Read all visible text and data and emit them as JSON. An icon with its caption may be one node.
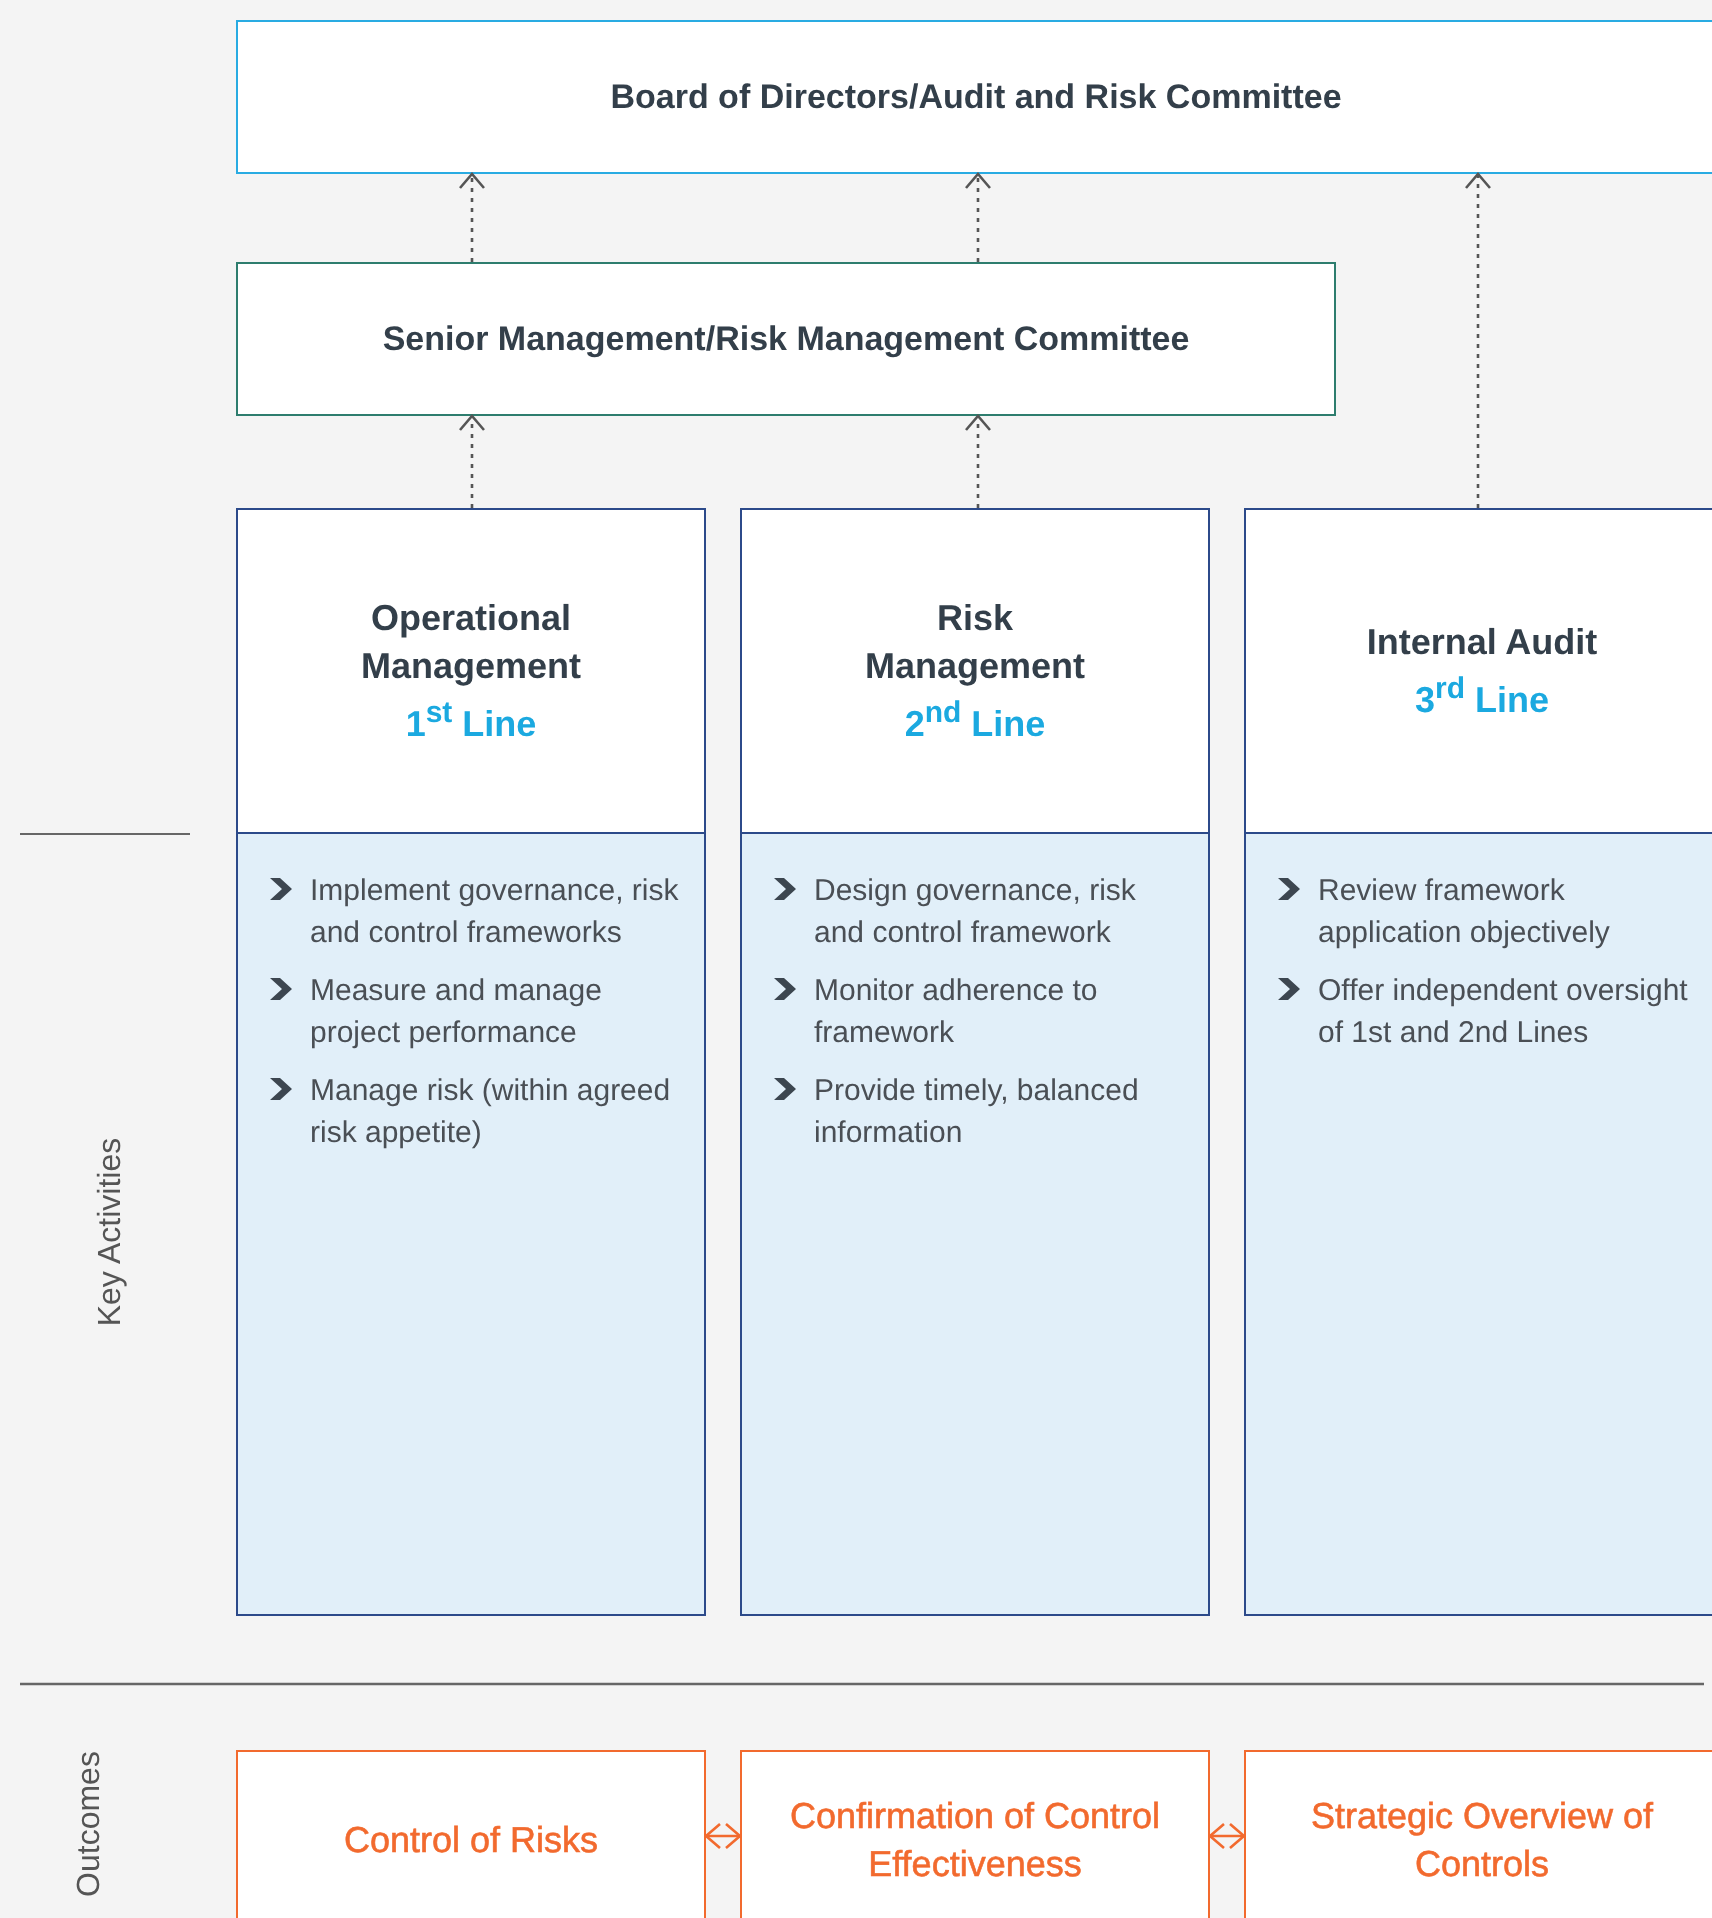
{
  "diagram": {
    "nodes": [
      {
        "text": [
          "Board of Directors/Audit and Risk Committee"
        ]
      },
      {
        "text": [
          "Senior Management/Risk Management Committee"
        ]
      },
      {
        "text": [
          "Operational Management",
          "1$^{st}$ Line",
          "Implement governance, risk and control frameworks",
          "Measure and manage project performance",
          "Manage risk (within agreed risk appetite)"
        ]
      },
      {
        "text": [
          "Risk Management",
          "2$^{nd}$ Line",
          "Design governance, risk and control framework",
          "Monitor adherence to framework",
          "Provide timely, balanced information"
        ]
      },
      {
        "text": [
          "Internal Audit",
          "3$^{rd}$ Line",
          "Review framework application objectively",
          "Offer independent oversight of 1st and 2nd Lines"
        ]
      },
      {
        "text": [
          "Control of Risks"
        ]
      },
      {
        "text": [
          "Confirmation of Control Effectiveness"
        ]
      },
      {
        "text": [
          "Strategic Overview of Controls"
        ]
      }
    ],
    "edges": [
      {
        "from": 1,
        "to": 0,
        "arrow": "to",
        "style": "dashed"
      },
      {
        "from": 1,
        "to": 0,
        "arrow": "to",
        "style": "dashed"
      },
      {
        "from": 2,
        "to": 1,
        "arrow": "to",
        "style": "dashed"
      },
      {
        "from": 3,
        "to": 1,
        "arrow": "to",
        "style": "dashed"
      },
      {
        "from": 4,
        "to": 0,
        "arrow": "to",
        "style": "dashed"
      },
      {
        "from": 5,
        "to": 6,
        "arrow": "both",
        "color": "#f26a2e"
      },
      {
        "from": 6,
        "to": 7,
        "arrow": "both",
        "color": "#f26a2e"
      }
    ],
    "labels": [
      "Key Activities",
      "Outcomes"
    ]
  }
}
